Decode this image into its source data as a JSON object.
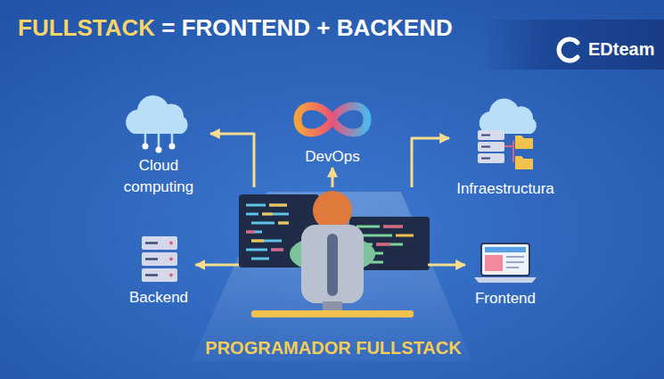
{
  "diagram": {
    "title": "FULLSTACK = FRONTEND + BACKEND",
    "nodes": [
      {
        "text": [
          "Cloud computing"
        ]
      },
      {
        "text": [
          "DevOps"
        ]
      },
      {
        "text": [
          "Infraestructura"
        ]
      },
      {
        "text": [
          "Backend"
        ]
      },
      {
        "text": [
          "Frontend"
        ]
      },
      {
        "text": [
          "PROGRAMADOR FULLSTACK"
        ]
      }
    ],
    "edges": [
      {
        "from": 5,
        "to": 0,
        "arrow": "to"
      },
      {
        "from": 5,
        "to": 1,
        "arrow": "to"
      },
      {
        "from": 5,
        "to": 2,
        "arrow": "to"
      },
      {
        "from": 5,
        "to": 3,
        "arrow": "to"
      },
      {
        "from": 5,
        "to": 4,
        "arrow": "to"
      }
    ],
    "labels": [
      "EDteam"
    ]
  }
}
